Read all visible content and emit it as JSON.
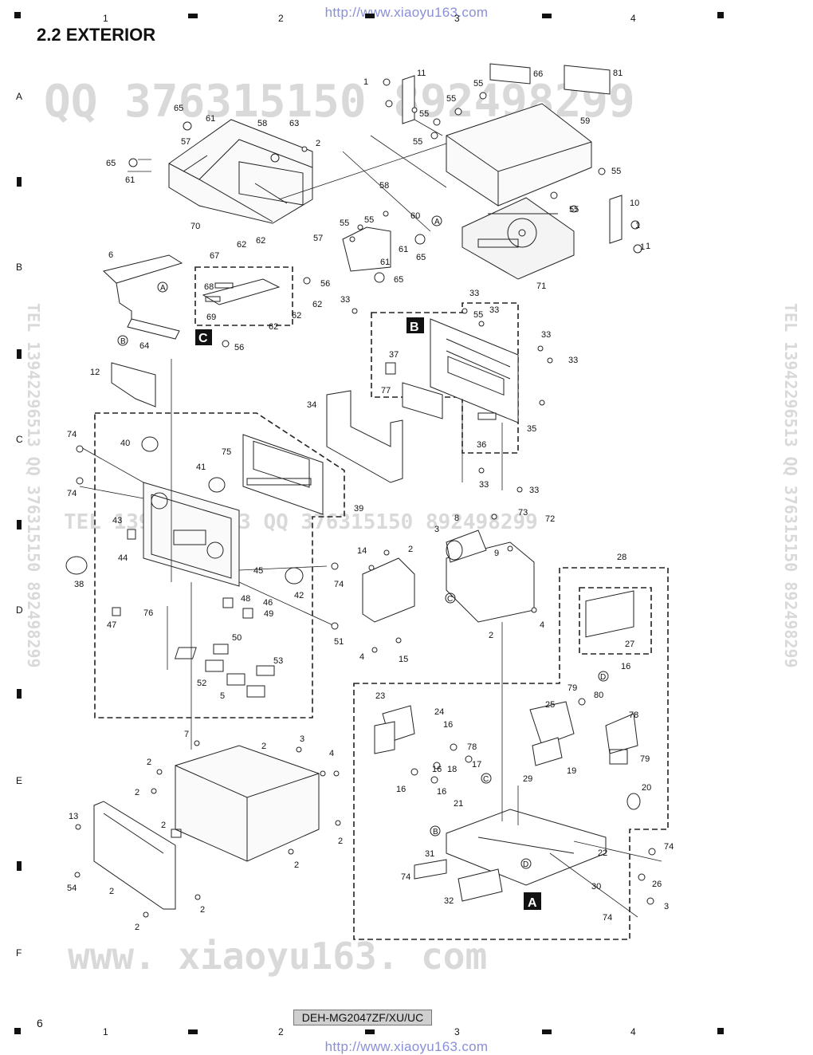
{
  "header": {
    "url_top": "http://www.xiaoyu163.com",
    "title": "2.2  EXTERIOR"
  },
  "grid": {
    "columns": [
      "1",
      "2",
      "3",
      "4"
    ],
    "rows": [
      "A",
      "B",
      "C",
      "D",
      "E",
      "F"
    ]
  },
  "watermark": {
    "qq_line": "QQ 376315150 892498299",
    "tel_line": "TEL 13942296513    QQ 376315150  892498299",
    "site_line": "www. xiaoyu163. com",
    "vertical_left": "TEL 13942296513  QQ 376315150  892498299",
    "vertical_right": "TEL 13942296513  QQ 376315150  892498299"
  },
  "callouts": {
    "block_b": "B",
    "block_c": "C",
    "block_a": "A",
    "circ_a": "A",
    "circ_b": "B",
    "circ_c": "C",
    "circ_d": "D"
  },
  "footer": {
    "page_number": "6",
    "model": "DEH-MG2047ZF/XU/UC",
    "url_bottom": "http://www.xiaoyu163.com"
  },
  "part_labels": [
    "1",
    "1",
    "11",
    "55",
    "55",
    "66",
    "81",
    "55",
    "59",
    "55",
    "55",
    "55",
    "55",
    "10",
    "1",
    "1",
    "65",
    "61",
    "58",
    "63",
    "57",
    "2",
    "65",
    "61",
    "70",
    "58",
    "55",
    "55",
    "60",
    "57",
    "61",
    "65",
    "61",
    "65",
    "71",
    "6",
    "67",
    "62",
    "62",
    "56",
    "68",
    "62",
    "69",
    "62",
    "62",
    "64",
    "56",
    "33",
    "33",
    "33",
    "33",
    "33",
    "37",
    "77",
    "34",
    "36",
    "35",
    "33",
    "33",
    "12",
    "74",
    "40",
    "75",
    "41",
    "74",
    "39",
    "43",
    "44",
    "38",
    "45",
    "42",
    "46",
    "48",
    "49",
    "47",
    "76",
    "74",
    "51",
    "50",
    "52",
    "53",
    "5",
    "73",
    "72",
    "8",
    "3",
    "14",
    "2",
    "9",
    "2",
    "4",
    "4",
    "15",
    "28",
    "27",
    "16",
    "79",
    "80",
    "23",
    "24",
    "25",
    "78",
    "16",
    "78",
    "16",
    "18",
    "19",
    "79",
    "16",
    "16",
    "17",
    "29",
    "20",
    "21",
    "31",
    "22",
    "74",
    "74",
    "26",
    "32",
    "30",
    "74",
    "3",
    "7",
    "2",
    "3",
    "2",
    "4",
    "2",
    "13",
    "2",
    "2",
    "2",
    "54",
    "2",
    "2",
    "2"
  ]
}
